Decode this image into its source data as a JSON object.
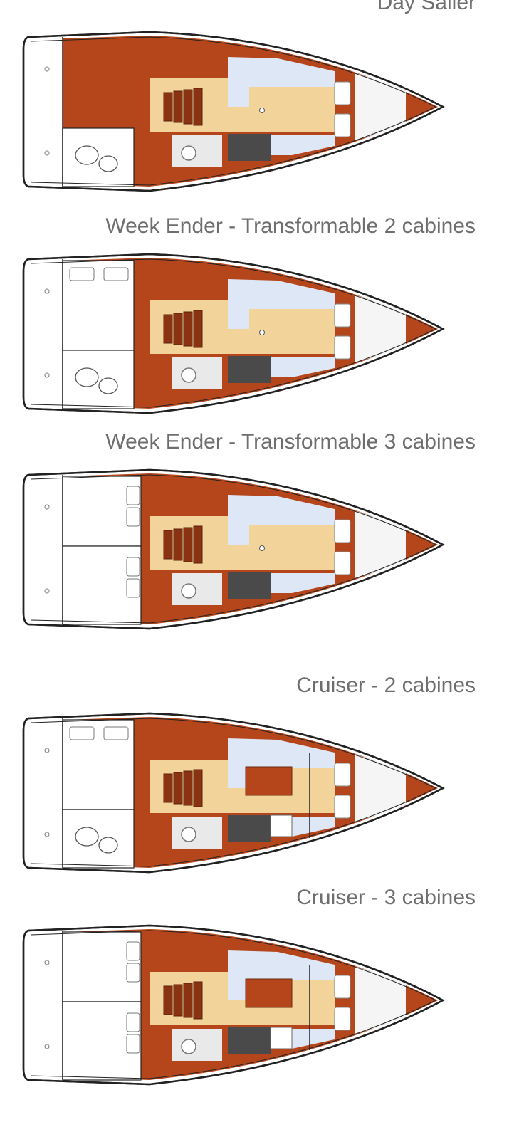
{
  "layouts": [
    {
      "id": "day-sailer",
      "label": "Day Sailer",
      "aft": "saloon",
      "cabins": 1,
      "galley_island": false
    },
    {
      "id": "week-ender-2",
      "label": "Week Ender - Transformable 2 cabines",
      "aft": "double-plus-storage",
      "cabins": 2,
      "galley_island": false
    },
    {
      "id": "week-ender-3",
      "label": "Week Ender - Transformable 3 cabines",
      "aft": "two-doubles",
      "cabins": 3,
      "galley_island": false
    },
    {
      "id": "cruiser-2",
      "label": "Cruiser - 2 cabines",
      "aft": "double-plus-storage",
      "cabins": 2,
      "galley_island": true
    },
    {
      "id": "cruiser-3",
      "label": "Cruiser - 3 cabines",
      "aft": "two-doubles",
      "cabins": 3,
      "galley_island": true
    }
  ],
  "colors": {
    "wood": "#b5461c",
    "floor": "#f2d49a",
    "upholstery": "#dde7f6",
    "galley": "#4a4a4a",
    "hull_line": "#222222",
    "caption": "#6e6e6e"
  }
}
